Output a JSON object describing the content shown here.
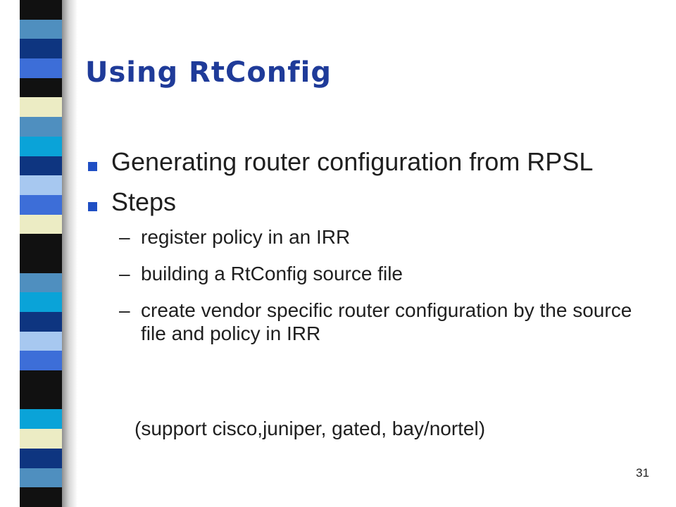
{
  "title": "Using RtConfig",
  "bullets": [
    {
      "text": "Generating router configuration from RPSL"
    },
    {
      "text": "Steps"
    }
  ],
  "dash": "–",
  "sub_bullets": [
    "register policy in an IRR",
    "building a RtConfig source file",
    "create vendor specific router configuration by the source file and policy in IRR"
  ],
  "note": "(support cisco,juniper, gated, bay/nortel)",
  "page_number": "31",
  "colors": {
    "title": "#1f3b99",
    "bullet": "#1f4fc4",
    "stripes": [
      "#111111",
      "#4f8fbf",
      "#0e3580",
      "#3d6ed8",
      "#111111",
      "#ececc4",
      "#4f8fbf",
      "#0aa3d8",
      "#0e3580",
      "#a7c8f0",
      "#3d6ed8",
      "#ececc4",
      "#111111",
      "#111111",
      "#4f8fbf",
      "#0aa3d8",
      "#0e3580",
      "#a7c8f0",
      "#3d6ed8",
      "#111111",
      "#111111",
      "#0aa3d8",
      "#ececc4",
      "#0e3580",
      "#4f8fbf",
      "#111111"
    ]
  }
}
